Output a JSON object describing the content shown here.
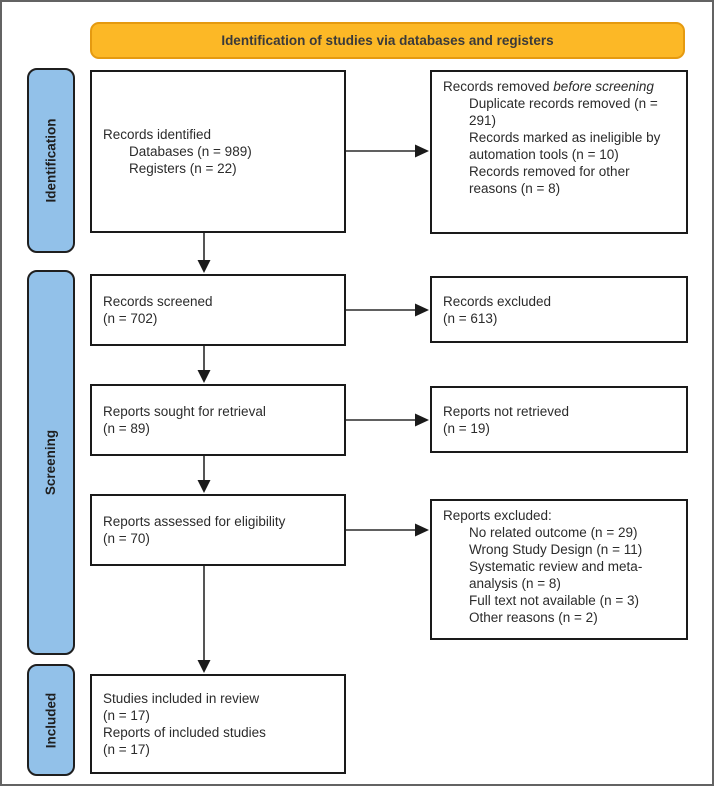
{
  "banner": {
    "label": "Identification of studies via databases and registers"
  },
  "sidebar": {
    "identification": "Identification",
    "screening": "Screening",
    "included": "Included"
  },
  "boxes": {
    "records_identified": {
      "title": "Records identified",
      "items": [
        "Databases (n = 989)",
        "Registers (n = 22)"
      ]
    },
    "records_removed": {
      "title_regular": "Records removed ",
      "title_italic": "before screening",
      "items": [
        "Duplicate records removed (n = 291)",
        "Records marked as ineligible by automation tools (n = 10)",
        "Records removed for other reasons (n = 8)"
      ]
    },
    "records_screened": {
      "lines": [
        "Records screened",
        "(n = 702)"
      ]
    },
    "records_excluded": {
      "lines": [
        "Records excluded",
        "(n = 613)"
      ]
    },
    "reports_sought": {
      "lines": [
        "Reports sought for retrieval",
        "(n = 89)"
      ]
    },
    "reports_not_retrieved": {
      "lines": [
        "Reports not retrieved",
        "(n = 19)"
      ]
    },
    "reports_assessed": {
      "lines": [
        "Reports assessed for eligibility",
        "(n = 70)"
      ]
    },
    "reports_excluded": {
      "title": "Reports excluded:",
      "items": [
        "No related outcome (n = 29)",
        "Wrong Study Design (n = 11)",
        "Systematic review and meta-analysis (n = 8)",
        "Full text not available (n = 3)",
        "Other reasons (n = 2)"
      ]
    },
    "studies_included": {
      "lines": [
        "Studies included in review",
        "(n = 17)",
        "Reports of included studies",
        "(n = 17)"
      ]
    }
  },
  "colors": {
    "banner_fill": "#FCB826",
    "banner_border": "#E59A10",
    "sidebar_fill": "#92C1E9",
    "box_border": "#1A1A1A",
    "text": "#2B2B2B",
    "outer_frame": "#636363"
  }
}
